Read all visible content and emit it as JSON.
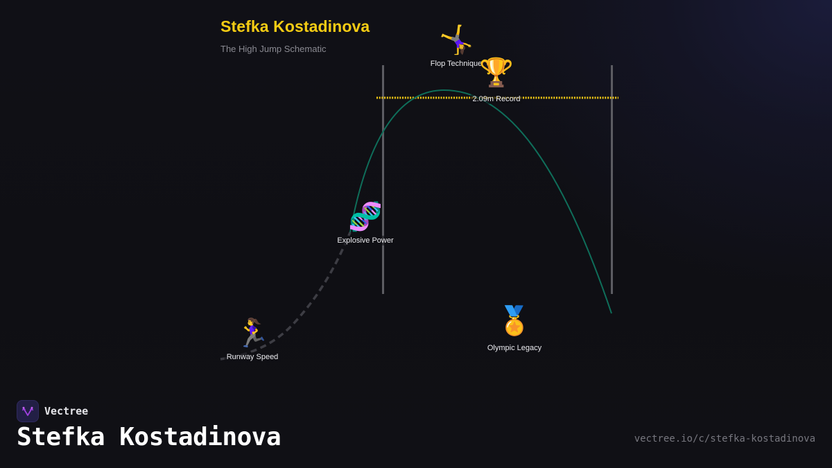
{
  "header": {
    "title": "Stefka Kostadinova",
    "subtitle": "The High Jump Schematic"
  },
  "colors": {
    "title": "#f5cc14",
    "bar": "#f5cc14",
    "arc": "#0f6e5a",
    "runway": "#3d3d44",
    "posts": "#5c5c62",
    "background": "#0f0f14"
  },
  "diagram": {
    "bar_label": "2.09m Record",
    "nodes": [
      {
        "id": "runway",
        "icon": "running-woman-icon",
        "glyph": "🏃‍♀️",
        "label": "Runway Speed"
      },
      {
        "id": "power",
        "icon": "dna-icon",
        "glyph": "🧬",
        "label": "Explosive Power"
      },
      {
        "id": "flop",
        "icon": "cartwheel-woman-icon",
        "glyph": "🤸‍♀️",
        "label": "Flop Technique"
      },
      {
        "id": "record",
        "icon": "trophy-icon",
        "glyph": "🏆",
        "label": "2.09m Record"
      },
      {
        "id": "legacy",
        "icon": "medal-icon",
        "glyph": "🏅",
        "label": "Olympic Legacy"
      }
    ]
  },
  "footer": {
    "brand": "Vectree",
    "title": "Stefka Kostadinova",
    "url": "vectree.io/c/stefka-kostadinova"
  }
}
